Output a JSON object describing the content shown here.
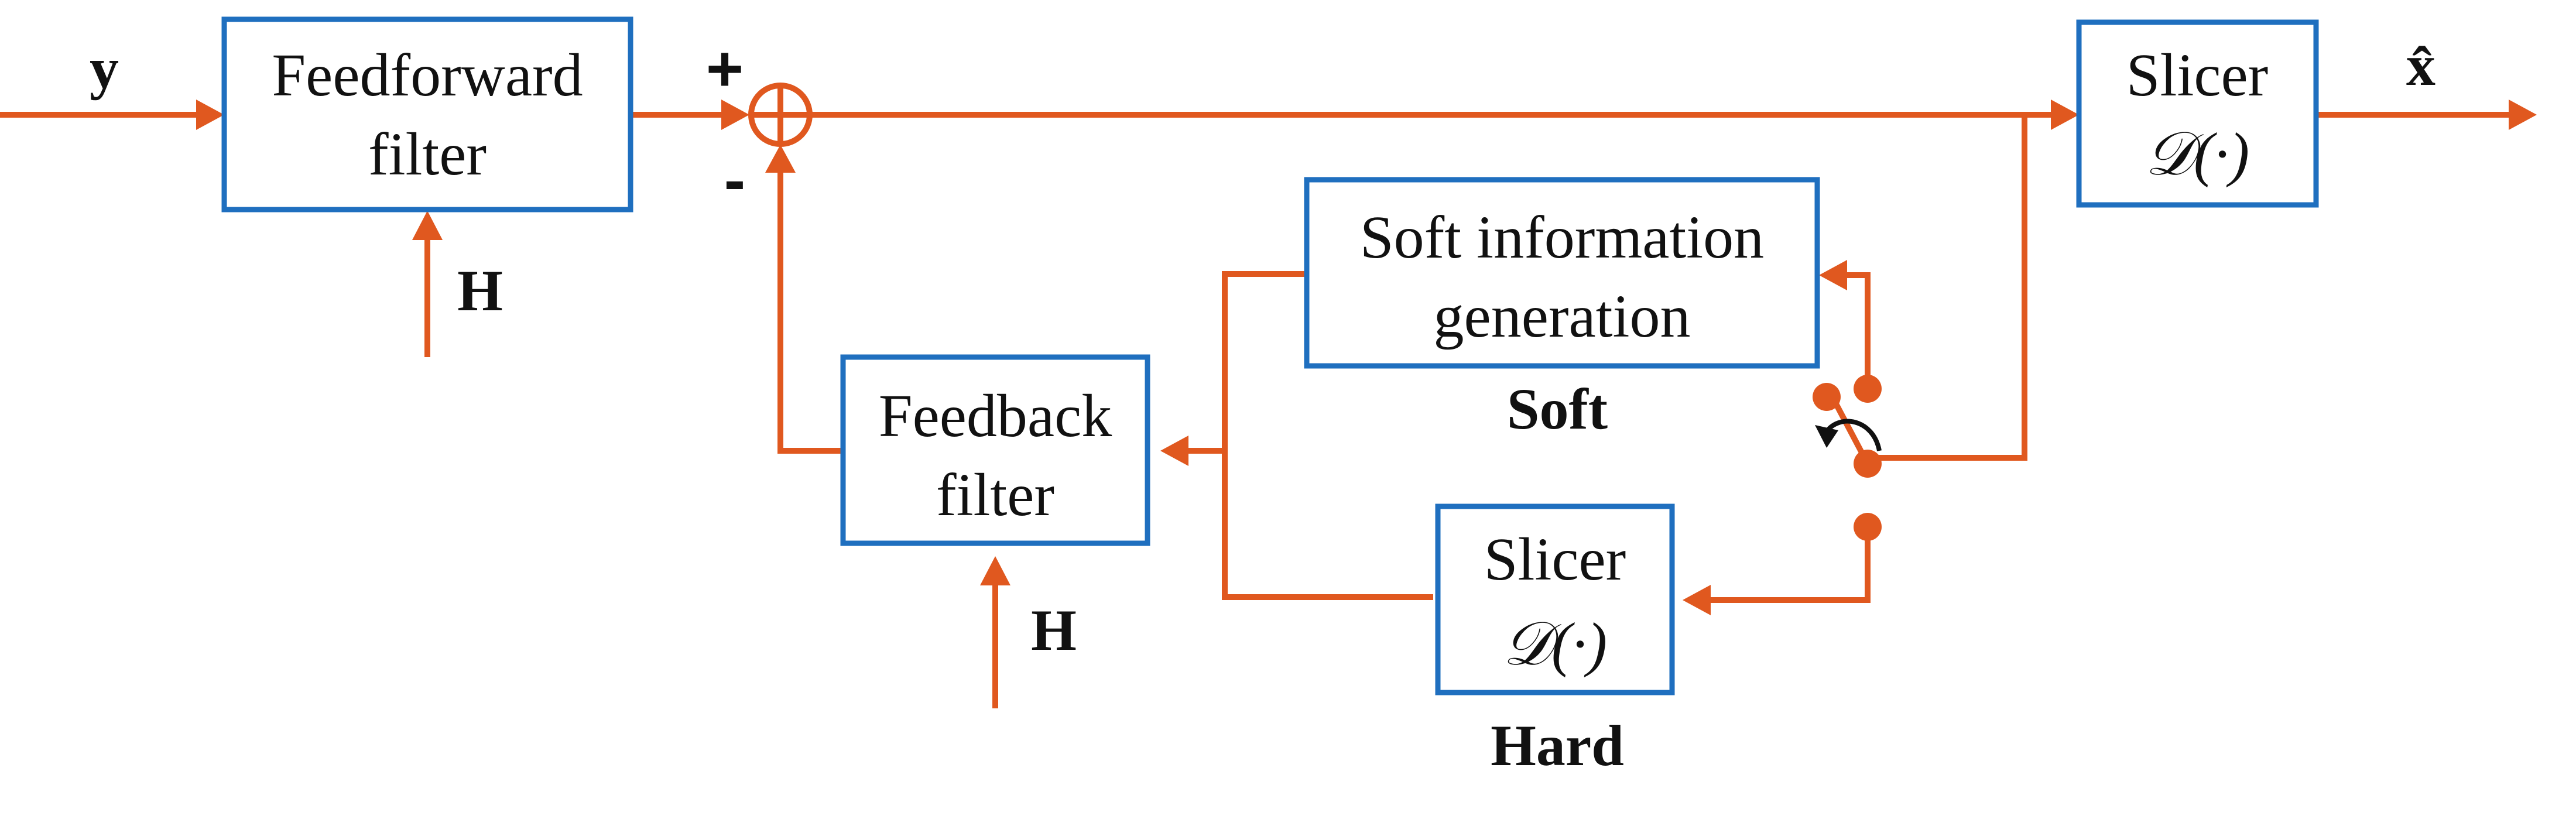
{
  "diagram": {
    "input_label": "y",
    "output_label": "x̂",
    "blocks": {
      "feedforward": {
        "line1": "Feedforward",
        "line2": "filter"
      },
      "feedback": {
        "line1": "Feedback",
        "line2": "filter"
      },
      "soft_info": {
        "line1": "Soft information",
        "line2": "generation"
      },
      "slicer_main": {
        "line1": "Slicer",
        "line2": "𝒟(·)"
      },
      "slicer_hard": {
        "line1": "Slicer",
        "line2": "𝒟(·)"
      }
    },
    "channel_labels": {
      "feedforward_h": "H",
      "feedback_h": "H"
    },
    "switch_labels": {
      "soft": "Soft",
      "hard": "Hard"
    },
    "summing_node": {
      "plus": "+",
      "minus": "-"
    }
  },
  "colors": {
    "signal_wire": "#e0581f",
    "block_border": "#1f6fbf",
    "text": "#111111"
  }
}
